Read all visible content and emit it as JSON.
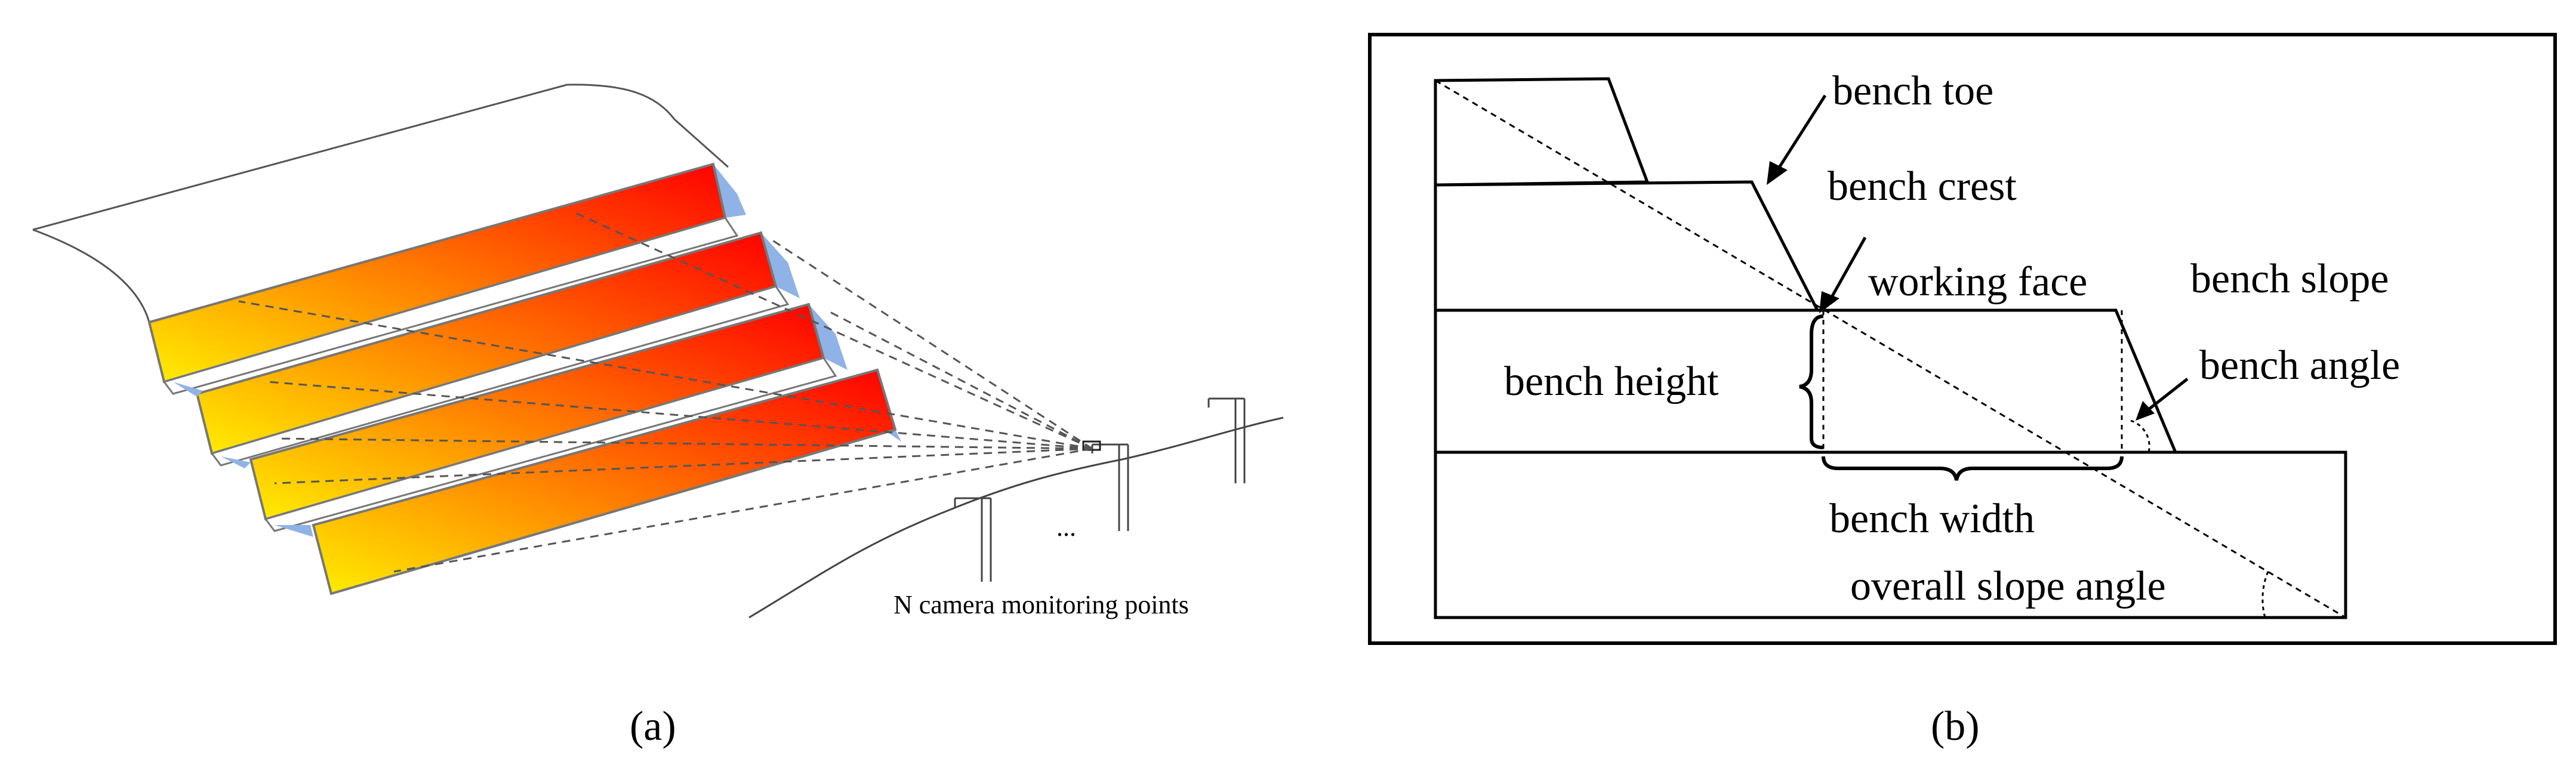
{
  "panel_a": {
    "caption": "(a)",
    "camera_label": "N camera monitoring points",
    "ellipsis": "..."
  },
  "panel_b": {
    "caption": "(b)",
    "labels": {
      "bench_toe": "bench toe",
      "bench_crest": "bench crest",
      "working_face": "working face",
      "bench_slope": "bench slope",
      "bench_angle": "bench angle",
      "bench_height": "bench height",
      "bench_width": "bench width",
      "overall_slope_angle": "overall slope angle"
    }
  },
  "colors": {
    "gradient_start": "#FFEE00",
    "gradient_end": "#FF0000",
    "bench_side": "#8FB3E6"
  }
}
